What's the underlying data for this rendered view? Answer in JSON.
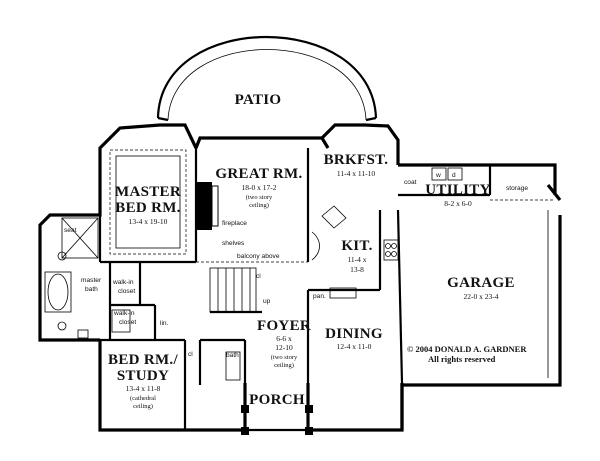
{
  "plan": {
    "rooms": {
      "patio": {
        "name": "PATIO"
      },
      "great_room": {
        "name": "GREAT RM.",
        "dims": "18-0  x  17-2",
        "note1": "(two story",
        "note2": "ceiling)"
      },
      "brkfst": {
        "name": "BRKFST.",
        "dims": "11-4  x  11-10"
      },
      "master": {
        "name1": "MASTER",
        "name2": "BED RM.",
        "dims": "13-4  x  19-10"
      },
      "kit": {
        "name": "KIT.",
        "dims1": "11-4  x",
        "dims2": "13-8"
      },
      "utility": {
        "name": "UTILITY",
        "dims": "8-2  x  6-0"
      },
      "garage": {
        "name": "GARAGE",
        "dims": "22-0  x  23-4"
      },
      "foyer": {
        "name": "FOYER",
        "dims1": "6-6  x",
        "dims2": "12-10",
        "note1": "(two story",
        "note2": "ceiling)"
      },
      "dining": {
        "name": "DINING",
        "dims": "12-4  x  11-0"
      },
      "bed_study": {
        "name1": "BED RM./",
        "name2": "STUDY",
        "dims": "13-4  x  11-8",
        "note1": "(cathedral",
        "note2": "ceiling)"
      },
      "porch": {
        "name": "PORCH"
      }
    },
    "labels": {
      "fireplace": "fireplace",
      "shelves": "shelves",
      "balcony": "balcony above",
      "cl1": "cl",
      "cl2": "cl",
      "up": "up",
      "coat": "coat",
      "w": "w",
      "d": "d",
      "storage": "storage",
      "seat": "seat",
      "master_bath1": "master",
      "master_bath2": "bath",
      "walkin1a": "walk-in",
      "walkin1b": "closet",
      "walkin2a": "walk-in",
      "walkin2b": "closet",
      "lin": "lin.",
      "bath": "bath",
      "pan": "pan."
    },
    "copyright1": "© 2004 DONALD A. GARDNER",
    "copyright2": "All rights reserved"
  }
}
